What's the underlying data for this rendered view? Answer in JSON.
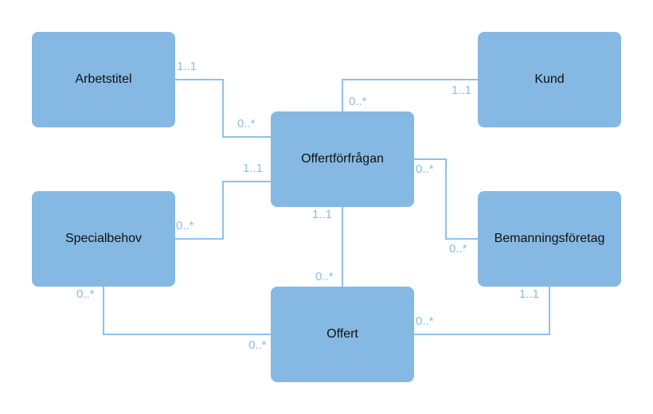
{
  "colors": {
    "entity_fill": "#85b9e3",
    "connector": "#90c0ea",
    "multiplicity_text": "#89bde8",
    "entity_text": "#111111"
  },
  "entities": {
    "arbetstitel": "Arbetstitel",
    "kund": "Kund",
    "offertforfragan": "Offertförfrågan",
    "specialbehov": "Specialbehov",
    "bemanningsforetag": "Bemanningsföretag",
    "offert": "Offert"
  },
  "relations": [
    {
      "from": "arbetstitel",
      "to": "offertforfragan",
      "from_mult": "1..1",
      "to_mult": "0..*"
    },
    {
      "from": "kund",
      "to": "offertforfragan",
      "from_mult": "1..1",
      "to_mult": "0..*"
    },
    {
      "from": "specialbehov",
      "to": "offertforfragan",
      "from_mult": "0..*",
      "to_mult": "1..1"
    },
    {
      "from": "bemanningsforetag",
      "to": "offertforfragan",
      "from_mult": "0..*",
      "to_mult": "0..*"
    },
    {
      "from": "offertforfragan",
      "to": "offert",
      "from_mult": "1..1",
      "to_mult": "0..*"
    },
    {
      "from": "specialbehov",
      "to": "offert",
      "from_mult": "0..*",
      "to_mult": "0..*"
    },
    {
      "from": "bemanningsforetag",
      "to": "offert",
      "from_mult": "1..1",
      "to_mult": "0..*"
    }
  ]
}
